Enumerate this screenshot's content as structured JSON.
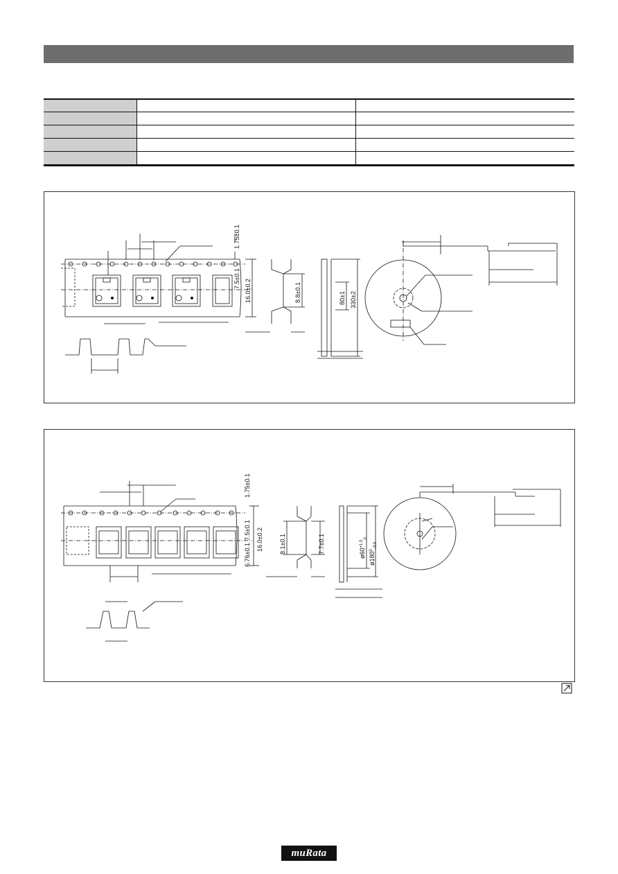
{
  "spec_table": {
    "rows": [
      [
        "",
        "",
        ""
      ],
      [
        "",
        "",
        ""
      ],
      [
        "",
        "",
        ""
      ],
      [
        "",
        "",
        ""
      ],
      [
        "",
        "",
        ""
      ]
    ]
  },
  "diagram1": {
    "dims": {
      "sprocket_offset": "1.75±0.1",
      "pocket_center": "7.5±0.1",
      "tape_width": "16.0±0.2",
      "component_width": "8.8±0.1",
      "hub_diameter": "80±1",
      "reel_diameter": "330±2"
    }
  },
  "diagram2": {
    "dims": {
      "sprocket_offset": "1.75±0.1",
      "pocket_center": "7.5±0.1",
      "tape_width": "16.0±0.2",
      "pocket_depth": "6.76±0.1",
      "component_length": "8.1±0.1",
      "component_height": "7.7±0.1",
      "hub_diameter_base": "ø60",
      "hub_diameter_sup": "+1.0",
      "hub_diameter_sub": "0",
      "reel_diameter_base": "ø180",
      "reel_diameter_sup": "0",
      "reel_diameter_sub": "-3.0"
    }
  },
  "icons": {
    "external": "external-link-icon"
  },
  "brand": {
    "logo_text": "muRata"
  }
}
